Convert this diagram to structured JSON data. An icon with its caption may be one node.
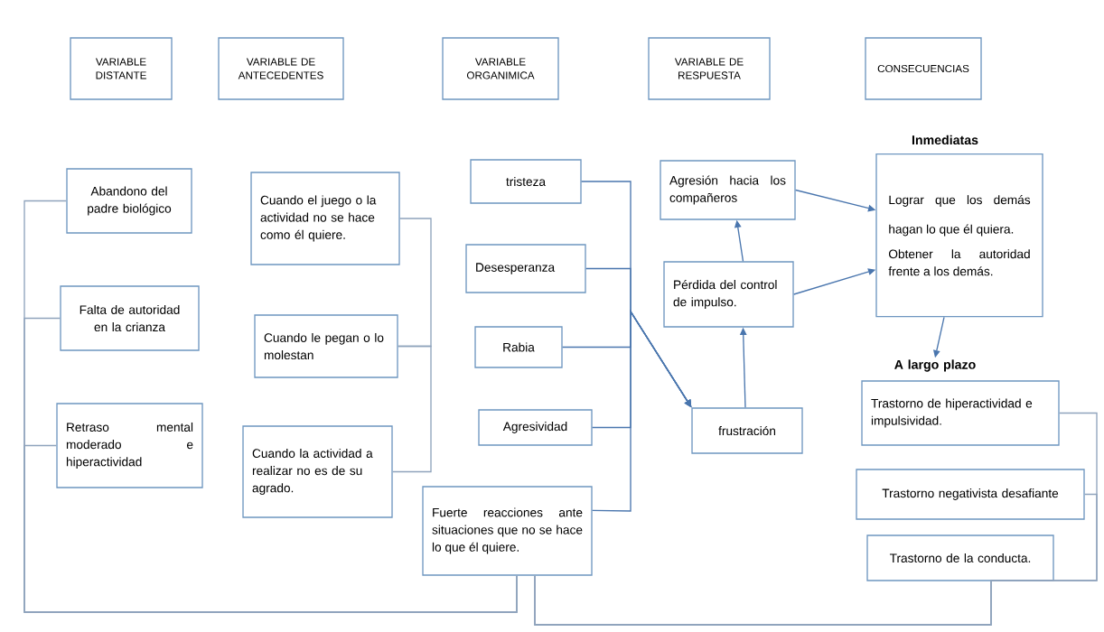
{
  "diagram": {
    "nodes": [
      {
        "text": [
          "VARIABLE DISTANTE"
        ]
      },
      {
        "text": [
          "VARIABLE DE ANTECEDENTES"
        ]
      },
      {
        "text": [
          "VARIABLE ORGANIMICA"
        ]
      },
      {
        "text": [
          "VARIABLE DE RESPUESTA"
        ]
      },
      {
        "text": [
          "CONSECUENCIAS"
        ]
      },
      {
        "text": [
          "Abandono del padre biológico"
        ]
      },
      {
        "text": [
          "Falta de autoridad en la crianza"
        ]
      },
      {
        "text": [
          "Retraso mental moderado e hiperactividad"
        ]
      },
      {
        "text": [
          "Cuando el juego o la actividad no se hace como él quiere."
        ]
      },
      {
        "text": [
          "Cuando le pegan o lo molestan"
        ]
      },
      {
        "text": [
          "Cuando la actividad a realizar no es de su agrado."
        ]
      },
      {
        "text": [
          "tristeza"
        ]
      },
      {
        "text": [
          "Desesperanza"
        ]
      },
      {
        "text": [
          "Rabia"
        ]
      },
      {
        "text": [
          "Agresividad"
        ]
      },
      {
        "text": [
          "Fuerte reacciones ante situaciones que no se hace lo que él quiere."
        ]
      },
      {
        "text": [
          "Agresión hacia los compañeros"
        ]
      },
      {
        "text": [
          "Pérdida del control de impulso."
        ]
      },
      {
        "text": [
          "frustración"
        ]
      },
      {
        "text": [
          "Inmediatas",
          "Lograr que los demás hagan lo que él quiera.",
          "Obtener la autoridad frente a los demás."
        ]
      },
      {
        "text": [
          "A largo plazo"
        ]
      },
      {
        "text": [
          "Trastorno de hiperactividad e impulsividad."
        ]
      },
      {
        "text": [
          "Trastorno negativista desafiante"
        ]
      },
      {
        "text": [
          "Trastorno de la conducta."
        ]
      }
    ],
    "edges": [
      {
        "from": 5,
        "to": 15,
        "arrow": "none"
      },
      {
        "from": 6,
        "to": 15,
        "arrow": "none"
      },
      {
        "from": 7,
        "to": 15,
        "arrow": "none"
      },
      {
        "from": 8,
        "to": 9,
        "arrow": "none"
      },
      {
        "from": 9,
        "to": 10,
        "arrow": "none"
      },
      {
        "from": 11,
        "to": 18,
        "arrow": "to"
      },
      {
        "from": 12,
        "to": 18,
        "arrow": "to"
      },
      {
        "from": 13,
        "to": 18,
        "arrow": "to"
      },
      {
        "from": 14,
        "to": 18,
        "arrow": "to"
      },
      {
        "from": 15,
        "to": 18,
        "arrow": "to"
      },
      {
        "from": 18,
        "to": 17,
        "arrow": "to"
      },
      {
        "from": 17,
        "to": 16,
        "arrow": "to"
      },
      {
        "from": 16,
        "to": 19,
        "arrow": "to"
      },
      {
        "from": 17,
        "to": 19,
        "arrow": "to"
      },
      {
        "from": 19,
        "to": 20,
        "arrow": "to"
      },
      {
        "from": 21,
        "to": 15,
        "arrow": "none"
      },
      {
        "from": 22,
        "to": 15,
        "arrow": "none"
      },
      {
        "from": 23,
        "to": 15,
        "arrow": "none"
      }
    ]
  }
}
